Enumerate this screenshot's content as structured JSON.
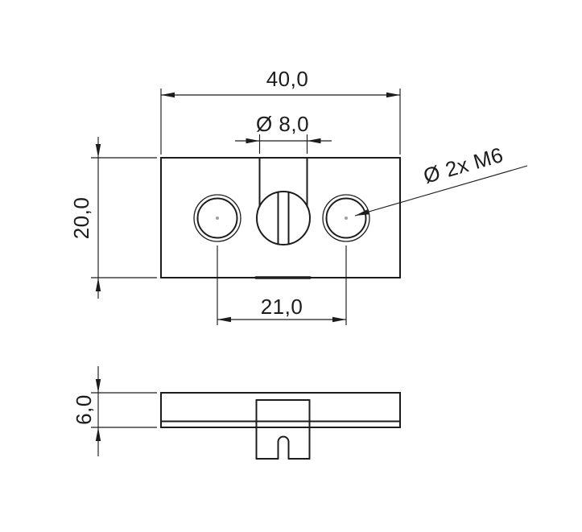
{
  "drawing": {
    "colors": {
      "line": "#1c1c1c",
      "background": "#ffffff",
      "center_mark": "#a0a0a0"
    },
    "dimensions": {
      "overall_width": "40,0",
      "slot_diameter": "Ø 8,0",
      "overall_height": "20,0",
      "hole_spacing": "21,0",
      "plate_thickness": "6,0",
      "thread_callout": "Ø 2x M6"
    }
  }
}
